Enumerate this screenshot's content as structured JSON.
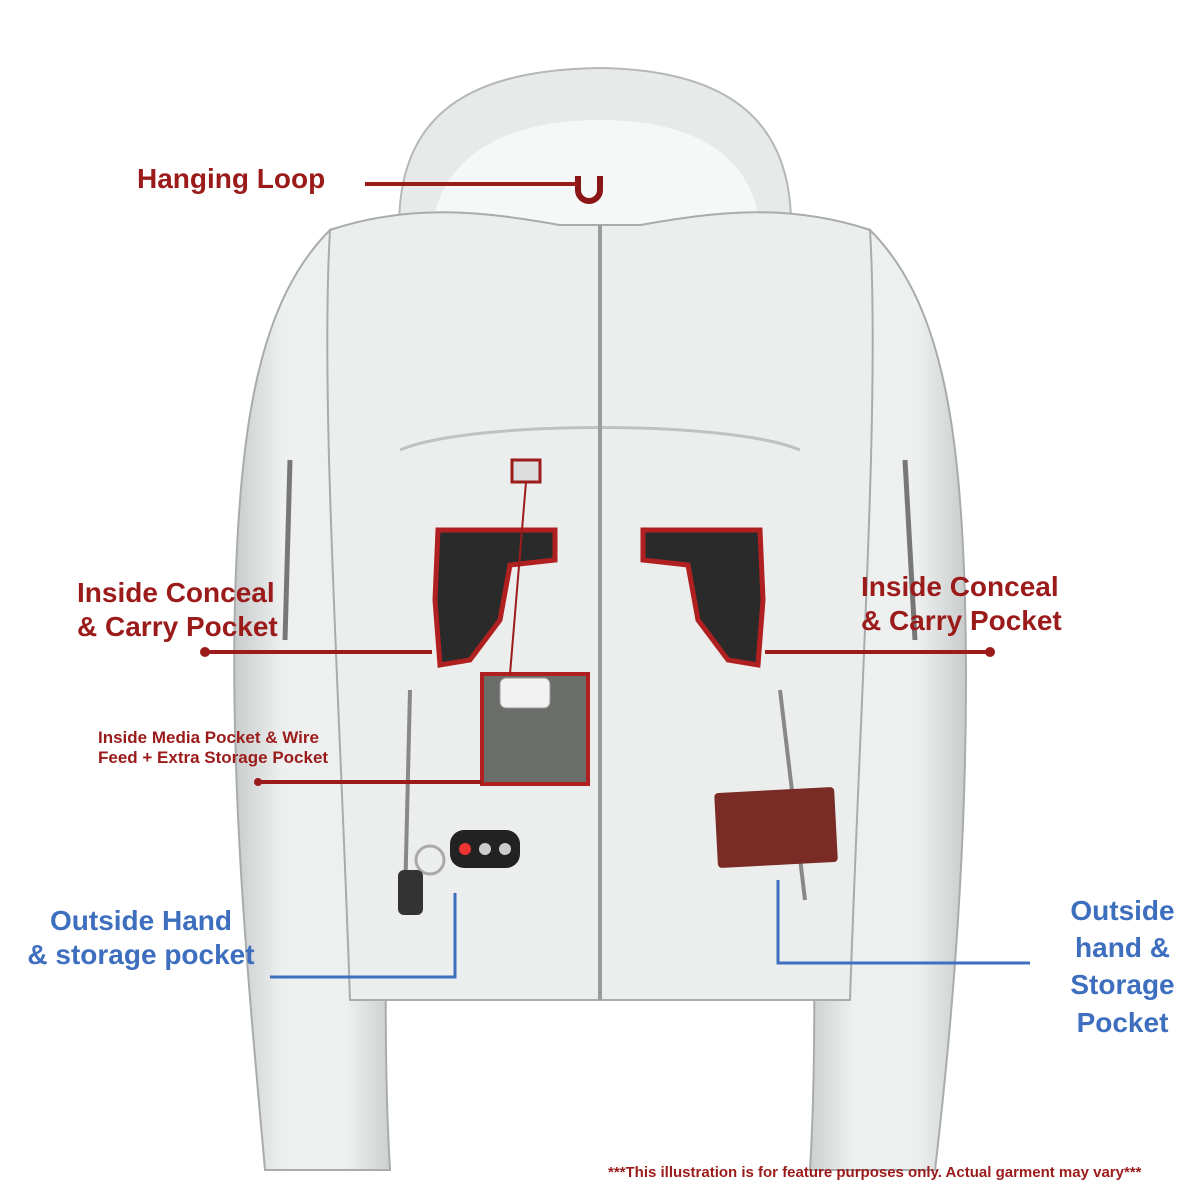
{
  "labels": {
    "hanging_loop": "Hanging Loop",
    "inside_conceal_left": [
      "Inside Conceal",
      "& Carry Pocket"
    ],
    "inside_conceal_right": [
      "Inside Conceal",
      "& Carry Pocket"
    ],
    "inside_media": [
      "Inside Media Pocket & Wire",
      "Feed + Extra Storage Pocket"
    ],
    "outside_left": [
      "Outside Hand",
      "& storage pocket"
    ],
    "outside_right": [
      "Outside",
      "hand &",
      "Storage",
      "Pocket"
    ]
  },
  "disclaimer": "***This illustration is for feature purposes only.  Actual garment may vary***",
  "colors": {
    "red": "#9b1b1b",
    "blue": "#3e6fbf",
    "jacket": "#e4e6e6"
  }
}
